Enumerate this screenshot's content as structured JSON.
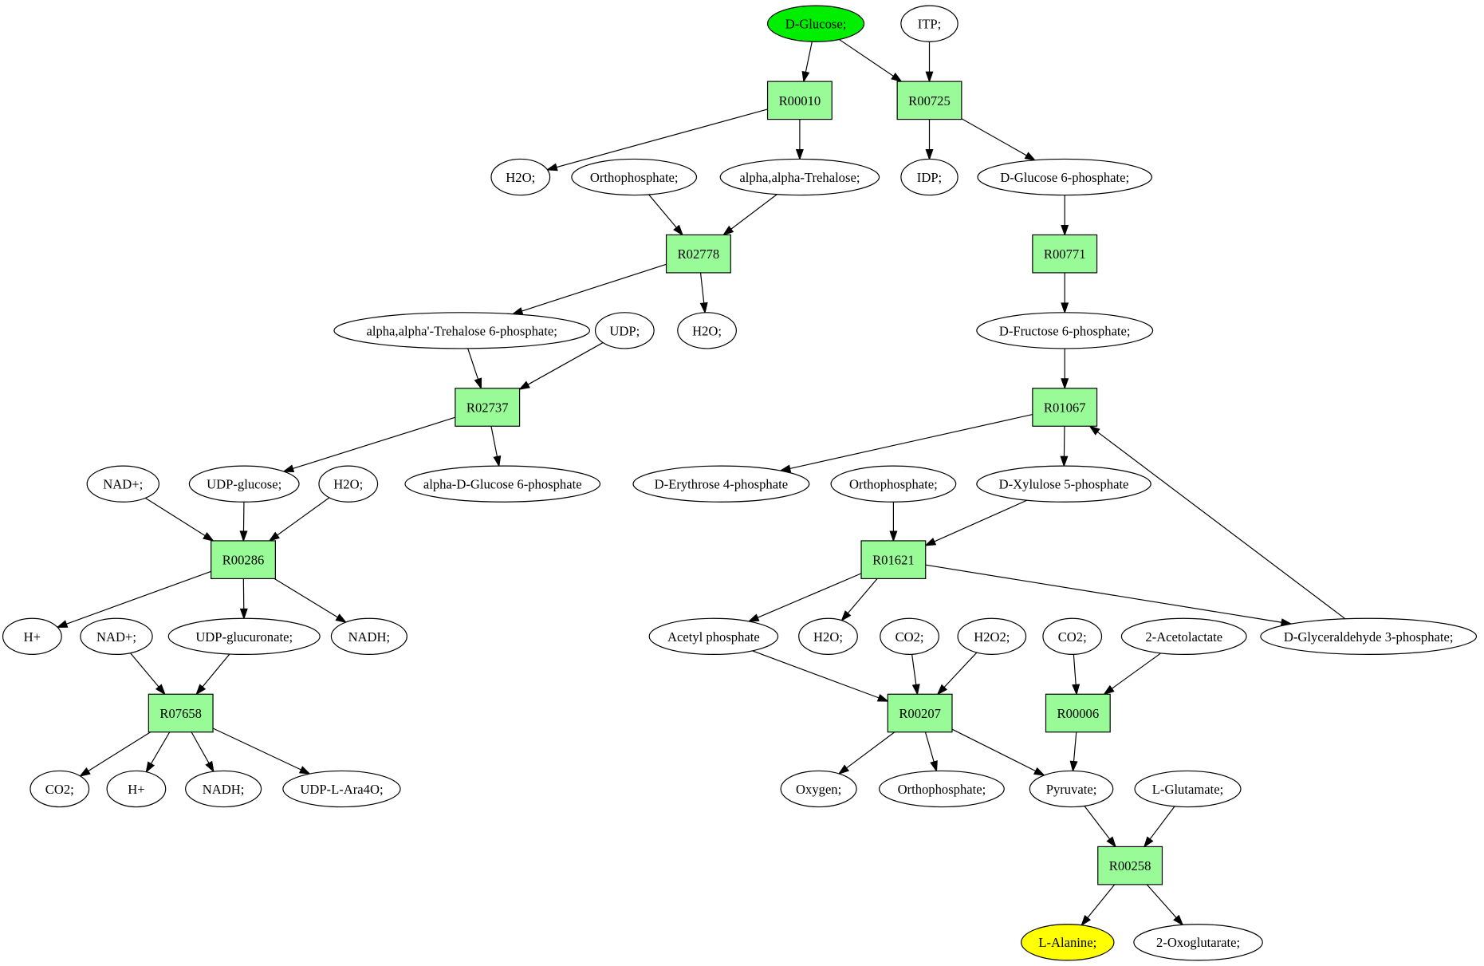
{
  "title": "Metabolic pathway graph: D-Glucose to L-Alanine",
  "colors": {
    "reaction_fill": "#98fb98",
    "source_fill": "#00ee00",
    "target_fill": "#ffff00",
    "compound_fill": "#ffffff",
    "stroke": "#000000"
  },
  "compounds": [
    {
      "id": "c_glucose",
      "label": "D-Glucose;",
      "role": "source"
    },
    {
      "id": "c_itp",
      "label": "ITP;"
    },
    {
      "id": "c_h2o_1",
      "label": "H2O;"
    },
    {
      "id": "c_orthophosphate_1",
      "label": "Orthophosphate;"
    },
    {
      "id": "c_trehalose",
      "label": "alpha,alpha-Trehalose;"
    },
    {
      "id": "c_idp",
      "label": "IDP;"
    },
    {
      "id": "c_g6p",
      "label": "D-Glucose 6-phosphate;"
    },
    {
      "id": "c_t6p",
      "label": "alpha,alpha'-Trehalose 6-phosphate;"
    },
    {
      "id": "c_udp",
      "label": "UDP;"
    },
    {
      "id": "c_h2o_2",
      "label": "H2O;"
    },
    {
      "id": "c_f6p",
      "label": "D-Fructose 6-phosphate;"
    },
    {
      "id": "c_nad_1",
      "label": "NAD+;"
    },
    {
      "id": "c_udpglucose",
      "label": "UDP-glucose;"
    },
    {
      "id": "c_h2o_3",
      "label": "H2O;"
    },
    {
      "id": "c_adg6p",
      "label": "alpha-D-Glucose 6-phosphate"
    },
    {
      "id": "c_e4p",
      "label": "D-Erythrose 4-phosphate"
    },
    {
      "id": "c_orthophosphate_2",
      "label": "Orthophosphate;"
    },
    {
      "id": "c_x5p",
      "label": "D-Xylulose 5-phosphate"
    },
    {
      "id": "c_hplus_1",
      "label": "H+"
    },
    {
      "id": "c_nad_2",
      "label": "NAD+;"
    },
    {
      "id": "c_udpglucuronate",
      "label": "UDP-glucuronate;"
    },
    {
      "id": "c_nadh_1",
      "label": "NADH;"
    },
    {
      "id": "c_acetylp",
      "label": "Acetyl phosphate"
    },
    {
      "id": "c_h2o_4",
      "label": "H2O;"
    },
    {
      "id": "c_co2_1",
      "label": "CO2;"
    },
    {
      "id": "c_h2o2",
      "label": "H2O2;"
    },
    {
      "id": "c_co2_2",
      "label": "CO2;"
    },
    {
      "id": "c_acetolactate",
      "label": "2-Acetolactate"
    },
    {
      "id": "c_g3p",
      "label": "D-Glyceraldehyde 3-phosphate;"
    },
    {
      "id": "c_co2_3",
      "label": "CO2;"
    },
    {
      "id": "c_hplus_2",
      "label": "H+"
    },
    {
      "id": "c_nadh_2",
      "label": "NADH;"
    },
    {
      "id": "c_udpara4o",
      "label": "UDP-L-Ara4O;"
    },
    {
      "id": "c_oxygen",
      "label": "Oxygen;"
    },
    {
      "id": "c_orthophosphate_3",
      "label": "Orthophosphate;"
    },
    {
      "id": "c_pyruvate",
      "label": "Pyruvate;"
    },
    {
      "id": "c_glutamate",
      "label": "L-Glutamate;"
    },
    {
      "id": "c_alanine",
      "label": "L-Alanine;",
      "role": "target"
    },
    {
      "id": "c_oxoglutarate",
      "label": "2-Oxoglutarate;"
    }
  ],
  "reactions": [
    {
      "id": "r_R00010",
      "label": "R00010"
    },
    {
      "id": "r_R00725",
      "label": "R00725"
    },
    {
      "id": "r_R02778",
      "label": "R02778"
    },
    {
      "id": "r_R00771",
      "label": "R00771"
    },
    {
      "id": "r_R02737",
      "label": "R02737"
    },
    {
      "id": "r_R01067",
      "label": "R01067"
    },
    {
      "id": "r_R00286",
      "label": "R00286"
    },
    {
      "id": "r_R01621",
      "label": "R01621"
    },
    {
      "id": "r_R07658",
      "label": "R07658"
    },
    {
      "id": "r_R00207",
      "label": "R00207"
    },
    {
      "id": "r_R00006",
      "label": "R00006"
    },
    {
      "id": "r_R00258",
      "label": "R00258"
    }
  ],
  "edges": [
    {
      "from": "c_glucose",
      "to": "r_R00010"
    },
    {
      "from": "c_glucose",
      "to": "r_R00725"
    },
    {
      "from": "c_itp",
      "to": "r_R00725"
    },
    {
      "from": "r_R00010",
      "to": "c_h2o_1"
    },
    {
      "from": "r_R00010",
      "to": "c_trehalose"
    },
    {
      "from": "r_R00725",
      "to": "c_idp"
    },
    {
      "from": "r_R00725",
      "to": "c_g6p"
    },
    {
      "from": "c_orthophosphate_1",
      "to": "r_R02778"
    },
    {
      "from": "c_trehalose",
      "to": "r_R02778"
    },
    {
      "from": "c_g6p",
      "to": "r_R00771"
    },
    {
      "from": "r_R02778",
      "to": "c_t6p"
    },
    {
      "from": "r_R02778",
      "to": "c_h2o_2"
    },
    {
      "from": "r_R00771",
      "to": "c_f6p"
    },
    {
      "from": "c_t6p",
      "to": "r_R02737"
    },
    {
      "from": "c_udp",
      "to": "r_R02737"
    },
    {
      "from": "c_f6p",
      "to": "r_R01067"
    },
    {
      "from": "r_R02737",
      "to": "c_udpglucose"
    },
    {
      "from": "r_R02737",
      "to": "c_adg6p"
    },
    {
      "from": "r_R01067",
      "to": "c_e4p"
    },
    {
      "from": "r_R01067",
      "to": "c_x5p"
    },
    {
      "from": "c_nad_1",
      "to": "r_R00286"
    },
    {
      "from": "c_udpglucose",
      "to": "r_R00286"
    },
    {
      "from": "c_h2o_3",
      "to": "r_R00286"
    },
    {
      "from": "c_orthophosphate_2",
      "to": "r_R01621"
    },
    {
      "from": "c_x5p",
      "to": "r_R01621"
    },
    {
      "from": "r_R00286",
      "to": "c_hplus_1"
    },
    {
      "from": "r_R00286",
      "to": "c_udpglucuronate"
    },
    {
      "from": "r_R00286",
      "to": "c_nadh_1"
    },
    {
      "from": "r_R01621",
      "to": "c_acetylp"
    },
    {
      "from": "r_R01621",
      "to": "c_h2o_4"
    },
    {
      "from": "r_R01621",
      "to": "c_g3p"
    },
    {
      "from": "c_g3p",
      "to": "r_R01067"
    },
    {
      "from": "c_nad_2",
      "to": "r_R07658"
    },
    {
      "from": "c_udpglucuronate",
      "to": "r_R07658"
    },
    {
      "from": "c_acetylp",
      "to": "r_R00207"
    },
    {
      "from": "c_co2_1",
      "to": "r_R00207"
    },
    {
      "from": "c_h2o2",
      "to": "r_R00207"
    },
    {
      "from": "c_co2_2",
      "to": "r_R00006"
    },
    {
      "from": "c_acetolactate",
      "to": "r_R00006"
    },
    {
      "from": "r_R07658",
      "to": "c_co2_3"
    },
    {
      "from": "r_R07658",
      "to": "c_hplus_2"
    },
    {
      "from": "r_R07658",
      "to": "c_nadh_2"
    },
    {
      "from": "r_R07658",
      "to": "c_udpara4o"
    },
    {
      "from": "r_R00207",
      "to": "c_oxygen"
    },
    {
      "from": "r_R00207",
      "to": "c_orthophosphate_3"
    },
    {
      "from": "r_R00207",
      "to": "c_pyruvate"
    },
    {
      "from": "r_R00006",
      "to": "c_pyruvate"
    },
    {
      "from": "c_pyruvate",
      "to": "r_R00258"
    },
    {
      "from": "c_glutamate",
      "to": "r_R00258"
    },
    {
      "from": "r_R00258",
      "to": "c_alanine"
    },
    {
      "from": "r_R00258",
      "to": "c_oxoglutarate"
    }
  ]
}
